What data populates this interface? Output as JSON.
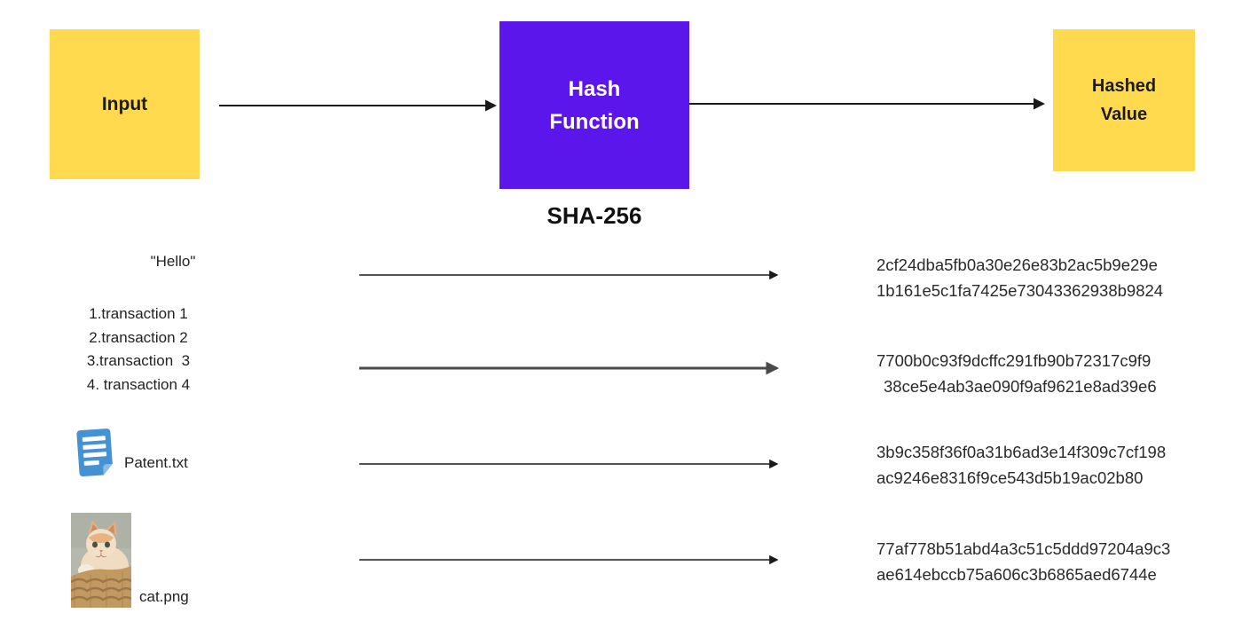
{
  "diagram": {
    "input_box": {
      "label": "Input"
    },
    "hash_box": {
      "label_line1": "Hash",
      "label_line2": "Function"
    },
    "algorithm": "SHA-256",
    "output_box": {
      "label_line1": "Hashed",
      "label_line2": "Value"
    }
  },
  "colors": {
    "box_yellow": "#ffd94e",
    "box_purple": "#5b16eb",
    "arrow_black": "#1a1a1a",
    "arrow_gray": "#4a4a4a",
    "doc_icon_blue": "#4492d3",
    "hash_text": "#2a2a2a"
  },
  "examples": [
    {
      "input": "\"Hello\"",
      "hash_line1": "2cf24dba5fb0a30e26e83b2ac5b9e29e",
      "hash_line2": "1b161e5c1fa7425e73043362938b9824"
    },
    {
      "input_lines": [
        "1.transaction 1",
        "2.transaction 2",
        "3.transaction  3",
        "4. transaction 4"
      ],
      "hash_line1": "7700b0c93f9dcffc291fb90b72317c9f9",
      "hash_line2": "38ce5e4ab3ae090f9af9621e8ad39e6"
    },
    {
      "input": "Patent.txt",
      "icon": "document-icon",
      "hash_line1": "3b9c358f36f0a31b6ad3e14f309c7cf198",
      "hash_line2": "ac9246e8316f9ce543d5b19ac02b80"
    },
    {
      "input": "cat.png",
      "icon": "cat-photo",
      "hash_line1": "77af778b51abd4a3c51c5ddd97204a9c3",
      "hash_line2": "ae614ebccb75a606c3b6865aed6744e"
    }
  ]
}
